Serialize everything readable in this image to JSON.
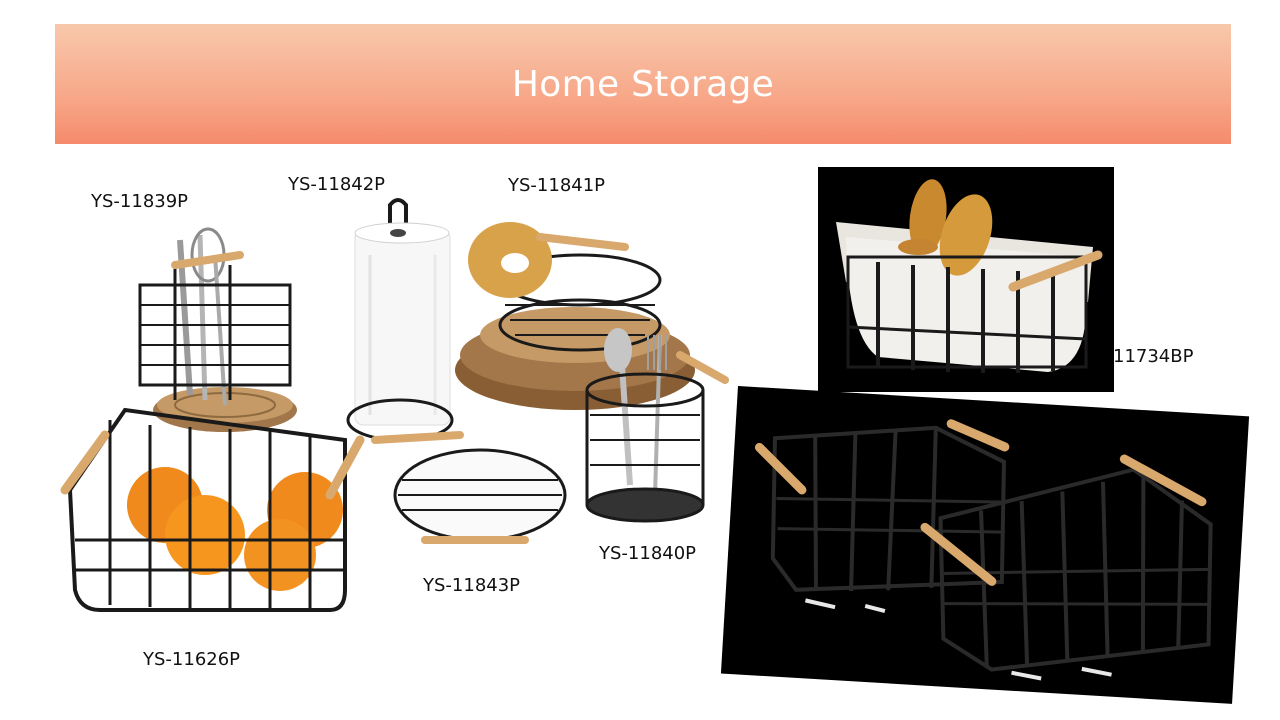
{
  "slide": {
    "title": "Home Storage",
    "banner_gradient": [
      "#f8c8ac",
      "#f58a6c"
    ]
  },
  "products": {
    "ys_11839p": {
      "code": "YS-11839P",
      "desc": "utensil caddy with wooden handle"
    },
    "ys_11842p": {
      "code": "YS-11842P",
      "desc": "paper towel holder"
    },
    "ys_11841p": {
      "code": "YS-11841P",
      "desc": "round wire basket with wooden handles"
    },
    "ys_11840p": {
      "code": "YS-11840P",
      "desc": "cylindrical utensil holder"
    },
    "ys_11843p": {
      "code": "YS-11843P",
      "desc": "round trivet with wooden handle"
    },
    "ys_11626p": {
      "code": "YS-11626P",
      "desc": "wire fruit basket with wooden handles"
    },
    "ys_11734bp": {
      "code": "11734BP",
      "desc": "bread basket with liner"
    }
  },
  "colors": {
    "wire": "#1a1a1a",
    "wood": "#d9a86c",
    "photo_bg": "#000000"
  }
}
